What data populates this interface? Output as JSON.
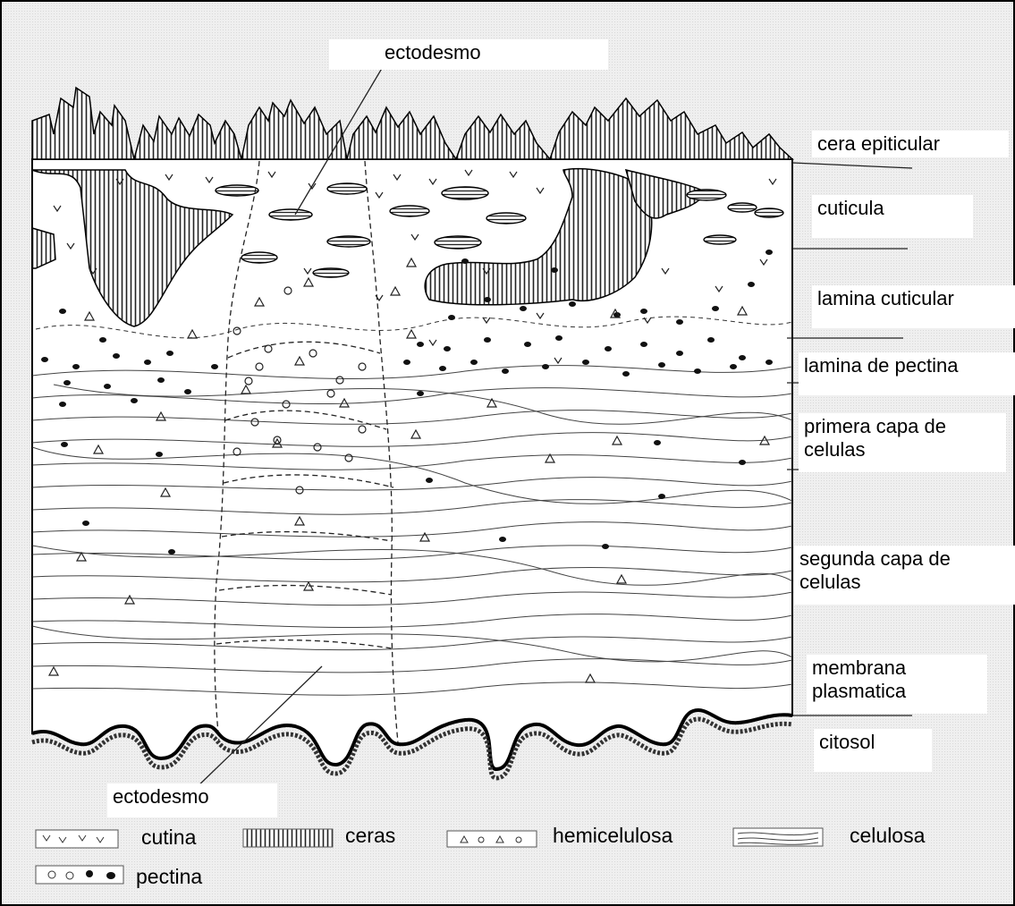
{
  "diagram": {
    "labels": {
      "ectodesmo_top": "ectodesmo",
      "ectodesmo_bottom": "ectodesmo",
      "cera_epiticular": "cera epiticular",
      "cuticula": "cuticula",
      "lamina_cuticular": "lamina cuticular",
      "lamina_de_pectina": "lamina de pectina",
      "primera_capa": "primera capa de\ncelulas",
      "segunda_capa": "segunda capa de\ncelulas",
      "membrana_plasmatica": "membrana\nplasmatica",
      "citosol": "citosol"
    },
    "legend": {
      "cutina": "cutina",
      "ceras": "ceras",
      "hemicelulosa": "hemicelulosa",
      "celulosa": "celulosa",
      "pectina": "pectina"
    }
  }
}
